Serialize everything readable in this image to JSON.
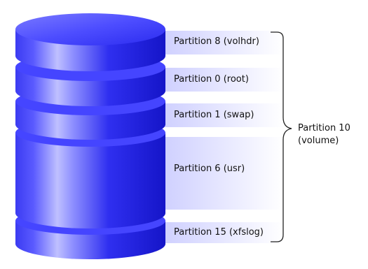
{
  "partitions": [
    {
      "label": "Partition 8 (volhdr)"
    },
    {
      "label": "Partition 0 (root)"
    },
    {
      "label": "Partition 1 (swap)"
    },
    {
      "label": "Partition 6 (usr)"
    },
    {
      "label": "Partition 15 (xfslog)"
    }
  ],
  "volume": {
    "label_line1": "Partition 10",
    "label_line2": "(volume)"
  },
  "colors": {
    "cylinder_dark": "#1a1ad6",
    "cylinder_mid": "#3a3af0",
    "cylinder_light": "#c8c8ff",
    "top_face": "#5a5aff",
    "band_fill": "#d8d8ff",
    "text": "#111111"
  }
}
